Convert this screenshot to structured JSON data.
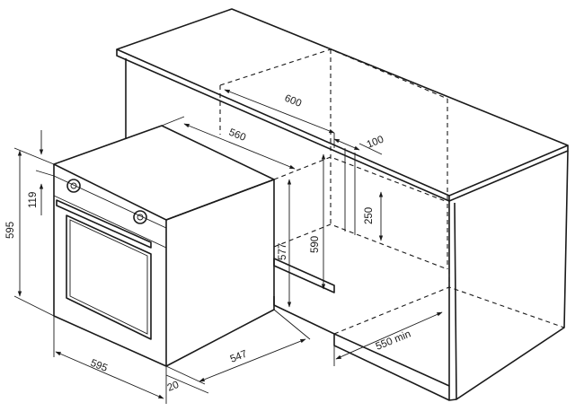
{
  "dimensions": {
    "niche_width": "600",
    "oven_depth": "560",
    "vent_gap": "100",
    "vent_height": "250",
    "niche_height": "590",
    "oven_body_height": "577",
    "oven_height": "595",
    "panel_height": "119",
    "oven_width": "595",
    "body_depth": "547",
    "front_thickness": "20",
    "niche_depth_min": "550 min"
  }
}
